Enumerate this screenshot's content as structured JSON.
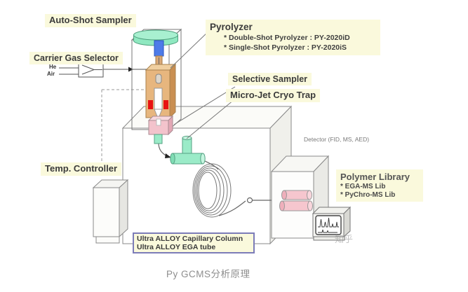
{
  "caption": "Py GCMS分析原理",
  "watermark": "知乎",
  "labels": {
    "auto_shot_sampler": "Auto-Shot Sampler",
    "carrier_gas_selector": "Carrier Gas Selector",
    "gas_he": "He",
    "gas_air": "Air",
    "pyrolyzer_title": "Pyrolyzer",
    "pyrolyzer_items": [
      "* Double-Shot Pyrolyzer : PY-2020iD",
      "* Single-Shot Pyrolyzer  : PY-2020iS"
    ],
    "selective_sampler": "Selective Sampler",
    "micro_jet_cryo_trap": "Micro-Jet Cryo Trap",
    "temp_controller": "Temp. Controller",
    "detector": "Detector (FID, MS, AED)",
    "polymer_library_title": "Polymer Library",
    "polymer_library_items": [
      "* EGA-MS Lib",
      "* PyChro-MS Lib"
    ],
    "column_label_line1": "Ultra ALLOY Capillary Column",
    "column_label_line2": "Ultra ALLOY EGA tube"
  },
  "colors": {
    "label_background": "#FAF9DC",
    "mint_green": "#9BEBC8",
    "sampler_disc_green": "#8FE8C0",
    "injector_blue": "#4D7BE8",
    "furnace_tan": "#E7B67E",
    "furnace_side_tan": "#C98F52",
    "heater_red": "#E81212",
    "sampler_pink": "#F3C3CC",
    "detector_pink": "#F6C6CE",
    "line_gray": "#8A8A8A",
    "column_box_border": "#7C7CB8",
    "caption_gray": "#8E8E8E"
  }
}
